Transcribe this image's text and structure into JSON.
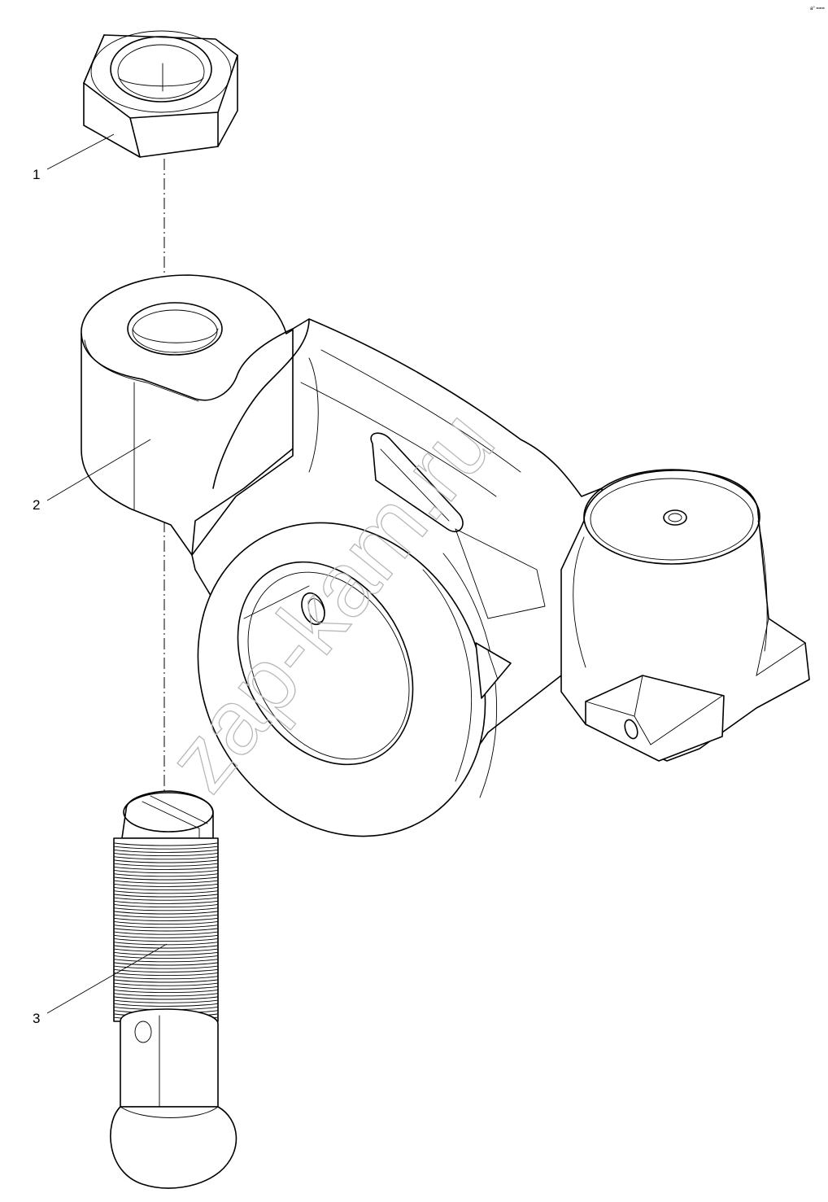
{
  "callouts": [
    {
      "id": "1",
      "part": "nut"
    },
    {
      "id": "2",
      "part": "rocker-arm"
    },
    {
      "id": "3",
      "part": "adjusting-screw"
    }
  ],
  "watermark": "zap-kam.ru",
  "corner_mark": "a° ==="
}
